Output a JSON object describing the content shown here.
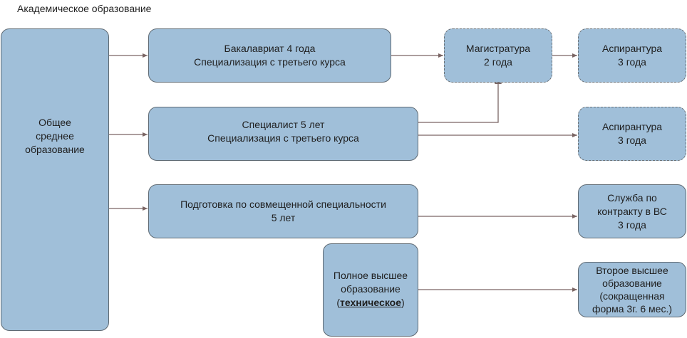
{
  "title": "Академическое образование",
  "colors": {
    "box_fill": "#a0bfd9",
    "box_border": "#5f6a73",
    "connector": "#7a6563"
  },
  "nodes": {
    "general_secondary": {
      "lines": [
        "Общее",
        "среднее",
        "образование"
      ]
    },
    "bachelor": {
      "lines": [
        "Бакалавриат 4 года",
        "Специализация с третьего курса"
      ]
    },
    "specialist": {
      "lines": [
        "Специалист 5 лет",
        "Специализация с третьего курса"
      ]
    },
    "combined": {
      "lines": [
        "Подготовка по совмещенной специальности",
        "5 лет"
      ]
    },
    "full_higher": {
      "before": "Полное высшее",
      "middle": "образование",
      "paren_open": "(",
      "emphasis": "техническое",
      "paren_close": ")"
    },
    "master": {
      "lines": [
        "Магистратура",
        "2 года"
      ],
      "style": "dashed"
    },
    "postgrad_1": {
      "lines": [
        "Аспирантура",
        "3 года"
      ],
      "style": "dashed"
    },
    "postgrad_2": {
      "lines": [
        "Аспирантура",
        "3 года"
      ],
      "style": "dashed"
    },
    "contract_service": {
      "lines": [
        "Служба по",
        "контракту в ВС",
        "3 года"
      ]
    },
    "second_higher": {
      "lines": [
        "Второе высшее",
        "образование",
        "(сокращенная",
        "форма 3г. 6 мес.)"
      ]
    }
  },
  "edges": [
    {
      "from": "general_secondary",
      "to": "bachelor"
    },
    {
      "from": "general_secondary",
      "to": "specialist"
    },
    {
      "from": "general_secondary",
      "to": "combined"
    },
    {
      "from": "bachelor",
      "to": "master"
    },
    {
      "from": "master",
      "to": "postgrad_1"
    },
    {
      "from": "specialist",
      "to": "master"
    },
    {
      "from": "specialist",
      "to": "postgrad_2"
    },
    {
      "from": "combined",
      "to": "contract_service"
    },
    {
      "from": "full_higher",
      "to": "second_higher"
    }
  ]
}
